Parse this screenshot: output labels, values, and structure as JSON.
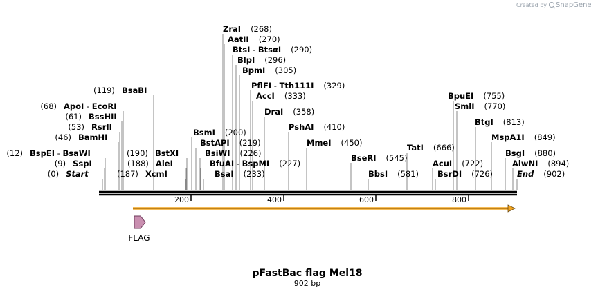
{
  "watermark": {
    "text": "Created by",
    "brand": "SnapGene"
  },
  "map": {
    "title": "pFastBac flag Mel18",
    "length_label": "902 bp",
    "ticks": [
      "200",
      "400",
      "600",
      "800"
    ]
  },
  "feature": {
    "name": "FLAG"
  },
  "sites": [
    {
      "n": "Start",
      "p": "(0)"
    },
    {
      "n": "SspI",
      "p": "(9)"
    },
    {
      "n": "BspEI",
      "n2": "BsaWI",
      "p": "(12)"
    },
    {
      "n": "BamHI",
      "p": "(46)"
    },
    {
      "n": "RsrII",
      "p": "(53)"
    },
    {
      "n": "BssHII",
      "p": "(61)"
    },
    {
      "n": "ApoI",
      "n2": "EcoRI",
      "p": "(68)"
    },
    {
      "n": "BsaBI",
      "p": "(119)"
    },
    {
      "n": "XcmI",
      "p": "(187)"
    },
    {
      "n": "AleI",
      "p": "(188)"
    },
    {
      "n": "BstXI",
      "p": "(190)"
    },
    {
      "n": "BsmI",
      "p": "(200)"
    },
    {
      "n": "BstAPI",
      "p": "(219)"
    },
    {
      "n": "BsiWI",
      "p": "(226)"
    },
    {
      "n": "BfuAI",
      "n2": "BspMI",
      "p": "(227)"
    },
    {
      "n": "BsaI",
      "p": "(233)"
    },
    {
      "n": "ZraI",
      "p": "(268)"
    },
    {
      "n": "AatII",
      "p": "(270)"
    },
    {
      "n": "BtsI",
      "n2": "BtsαI",
      "p": "(290)"
    },
    {
      "n": "BlpI",
      "p": "(296)"
    },
    {
      "n": "BpmI",
      "p": "(305)"
    },
    {
      "n": "PflFI",
      "n2": "Tth111I",
      "p": "(329)"
    },
    {
      "n": "AccI",
      "p": "(333)"
    },
    {
      "n": "DraI",
      "p": "(358)"
    },
    {
      "n": "PshAI",
      "p": "(410)"
    },
    {
      "n": "MmeI",
      "p": "(450)"
    },
    {
      "n": "BseRI",
      "p": "(545)"
    },
    {
      "n": "BbsI",
      "p": "(581)"
    },
    {
      "n": "TatI",
      "p": "(666)"
    },
    {
      "n": "AcuI",
      "p": "(722)"
    },
    {
      "n": "BsrDI",
      "p": "(726)"
    },
    {
      "n": "BpuEI",
      "p": "(755)"
    },
    {
      "n": "SmlI",
      "p": "(770)"
    },
    {
      "n": "BtgI",
      "p": "(813)"
    },
    {
      "n": "MspA1I",
      "p": "(849)"
    },
    {
      "n": "BsgI",
      "p": "(880)"
    },
    {
      "n": "AlwNI",
      "p": "(894)"
    },
    {
      "n": "End",
      "p": "(902)"
    }
  ]
}
